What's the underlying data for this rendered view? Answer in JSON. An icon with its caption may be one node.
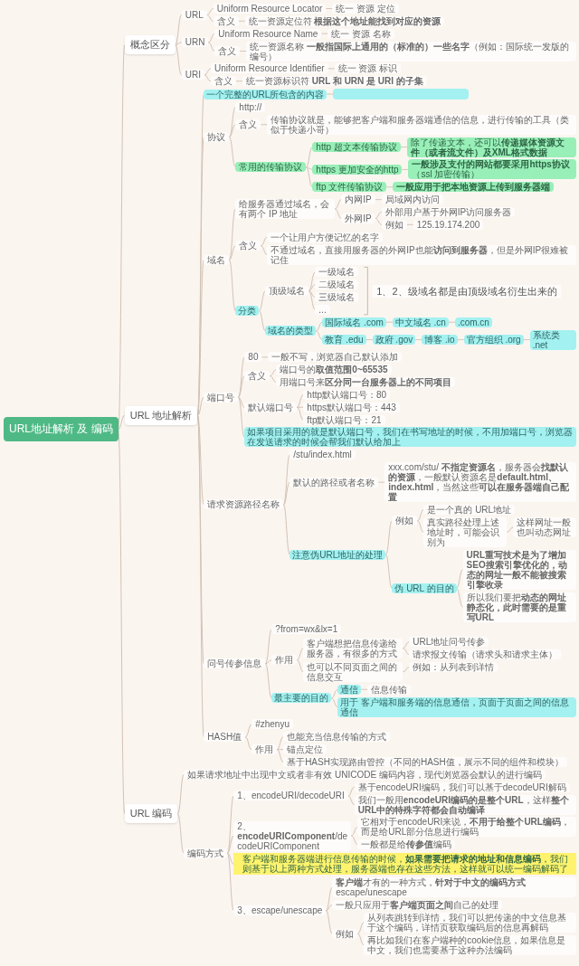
{
  "diagram": {
    "nodes": [
      {
        "text": [
          "URL地址解析 及 编码"
        ]
      },
      {
        "text": [
          "概念区分"
        ]
      },
      {
        "text": [
          "URL"
        ]
      },
      {
        "text": [
          "Uniform Resource Locator"
        ]
      },
      {
        "text": [
          "统一 资源 定位"
        ]
      },
      {
        "text": [
          "含义"
        ]
      },
      {
        "text": [
          "统一资源定位符 **根据这个地址能找到对应的资源**"
        ]
      },
      {
        "text": [
          "URN"
        ]
      },
      {
        "text": [
          "Uniform Resource Name"
        ]
      },
      {
        "text": [
          "统一 资源 名称"
        ]
      },
      {
        "text": [
          "含义"
        ]
      },
      {
        "text": [
          "统一资源名称 **一般指国际上通用的（标准的）一些名字**（例如：国际统一发版的编号）"
        ]
      },
      {
        "text": [
          "URI"
        ]
      },
      {
        "text": [
          "Uniform Resource Identifier"
        ]
      },
      {
        "text": [
          "统一 资源 标识"
        ]
      },
      {
        "text": [
          "含义"
        ]
      },
      {
        "text": [
          "统一资源标识符 **URL 和 URN 是 URI 的子集**"
        ]
      },
      {
        "text": [
          "URL 地址解析"
        ]
      },
      {
        "text": [
          "一个完整的URL所包含的内容"
        ]
      },
      {
        "text": [],
        "shape": "box"
      },
      {
        "text": [
          "协议"
        ]
      },
      {
        "text": [
          "http://"
        ]
      },
      {
        "text": [
          "含义"
        ]
      },
      {
        "text": [
          "传输协议就是，能够把客户端和服务器端通信的信息，进行传输的工具（类似于快递小哥）"
        ]
      },
      {
        "text": [
          "常用的传输协议"
        ]
      },
      {
        "text": [
          "http 超文本传输协议"
        ]
      },
      {
        "text": [
          "除了传递文本，还可以**传递媒体资源文件（或者流文件）及XML格式数据**"
        ]
      },
      {
        "text": [
          "https 更加安全的http"
        ]
      },
      {
        "text": [
          "**一般涉及支付的网站都要采用https协议**（ssl 加密传输）"
        ]
      },
      {
        "text": [
          "ftp 文件传输协议"
        ]
      },
      {
        "text": [
          "**一般应用于把本地资源上传到服务器端**"
        ]
      },
      {
        "text": [
          "域名"
        ]
      },
      {
        "text": [
          "给服务器通过域名，会有两个 IP 地址"
        ]
      },
      {
        "text": [
          "内网IP"
        ]
      },
      {
        "text": [
          "局域网内访问"
        ]
      },
      {
        "text": [
          "外网IP"
        ]
      },
      {
        "text": [
          "外部用户基于外网IP访问服务器"
        ]
      },
      {
        "text": [
          "例如"
        ]
      },
      {
        "text": [
          "125.19.174.200"
        ]
      },
      {
        "text": [
          "含义"
        ]
      },
      {
        "text": [
          "一个让用户方便记忆的名字"
        ]
      },
      {
        "text": [
          "不通过域名，直接用服务器的外网IP也能**访问到服务器**，但是外网IP很难被记住"
        ]
      },
      {
        "text": [
          "分类"
        ]
      },
      {
        "text": [
          "顶级域名"
        ]
      },
      {
        "text": [
          "一级域名"
        ]
      },
      {
        "text": [
          "二级域名"
        ]
      },
      {
        "text": [
          "三级域名"
        ]
      },
      {
        "text": [
          "..."
        ]
      },
      {
        "text": [
          "域名的类型"
        ]
      },
      {
        "text": [
          "国际域名 .com"
        ]
      },
      {
        "text": [
          "中文域名 .cn"
        ]
      },
      {
        "text": [
          ".com.cn"
        ]
      },
      {
        "text": [
          "教育 .edu"
        ]
      },
      {
        "text": [
          "政府 .gov"
        ]
      },
      {
        "text": [
          "博客 .io"
        ]
      },
      {
        "text": [
          "官方组织 .org"
        ]
      },
      {
        "text": [
          "系统类 .net"
        ]
      },
      {
        "text": [
          "端口号"
        ]
      },
      {
        "text": [
          "80"
        ]
      },
      {
        "text": [
          "一般不写，浏览器自己默认添加"
        ]
      },
      {
        "text": [
          "含义"
        ]
      },
      {
        "text": [
          "端口号的**取值范围0~65535**"
        ]
      },
      {
        "text": [
          "用端口号来**区分同一台服务器上的不同项目**"
        ]
      },
      {
        "text": [
          "默认端口号"
        ]
      },
      {
        "text": [
          "http默认端口号：80"
        ]
      },
      {
        "text": [
          "https默认端口号：443"
        ]
      },
      {
        "text": [
          "ftp默认端口号：21"
        ]
      },
      {
        "text": [
          "如果项目采用的就是默认端口号，我们在书写地址的时候，不用加端口号，浏览器在发送请求的时候会帮我们默认给加上"
        ]
      },
      {
        "text": [
          "请求资源路径名称"
        ]
      },
      {
        "text": [
          "/stu/index.html"
        ]
      },
      {
        "text": [
          "默认的路径或者名称"
        ]
      },
      {
        "text": [
          "xxx.com/stu/ **不指定资源名**，服务器会**找默认的资源**，一般默认资源名是**default.html、index.html**，当然这些**可以在服务器端自己配置**"
        ]
      },
      {
        "text": [
          "注意伪URL地址的处理"
        ]
      },
      {
        "text": [
          "例如"
        ]
      },
      {
        "text": [
          "是一个真的 URL地址"
        ]
      },
      {
        "text": [
          "真实路径处理上述地址时，可能会识别为"
        ]
      },
      {
        "text": [
          "这样网址一般也叫动态网址"
        ]
      },
      {
        "text": [
          "伪 URL 的目的"
        ]
      },
      {
        "text": [
          "**URL重写技术是为了增加SEO搜索引擎优化的，动态的网址一般不能被搜索引擎收录**"
        ]
      },
      {
        "text": [
          "所以我们要把**动态的网址静态化，此时需要的是重写URL**"
        ]
      },
      {
        "text": [
          "问号传参信息"
        ]
      },
      {
        "text": [
          "?from=wx&lx=1"
        ]
      },
      {
        "text": [
          "作用"
        ]
      },
      {
        "text": [
          "客户端想把信息传递给服务器，有很多的方式"
        ]
      },
      {
        "text": [
          "URL地址问号传参"
        ]
      },
      {
        "text": [
          "请求报文传输（请求头和请求主体）"
        ]
      },
      {
        "text": [
          "也可以不同页面之间的信息交互"
        ]
      },
      {
        "text": [
          "例如：从列表到详情"
        ]
      },
      {
        "text": [
          "最主要的目的"
        ]
      },
      {
        "text": [
          "通信"
        ]
      },
      {
        "text": [
          "信息传输"
        ]
      },
      {
        "text": [
          "用于 客户端和服务端的信息通信，页面于页面之间的信息通信"
        ]
      },
      {
        "text": [
          "HASH值"
        ]
      },
      {
        "text": [
          "#zhenyu"
        ]
      },
      {
        "text": [
          "作用"
        ]
      },
      {
        "text": [
          "也能充当信息传输的方式"
        ]
      },
      {
        "text": [
          "锚点定位"
        ]
      },
      {
        "text": [
          "基于HASH实现路由管控（不同的HASH值，展示不同的组件和模块）"
        ]
      },
      {
        "text": [
          "URL 编码"
        ]
      },
      {
        "text": [
          "如果请求地址中出现中文或者非有效 UNICODE 编码内容，现代浏览器会默认的进行编码"
        ]
      },
      {
        "text": [
          "编码方式"
        ]
      },
      {
        "text": [
          "1、encodeURI/decodeURI"
        ]
      },
      {
        "text": [
          "基于encodeURI编码，我们可以基于decodeURI解码"
        ]
      },
      {
        "text": [
          "我们一般用**encodeURI编码的是整个URL**，这样**整个URL中的特殊字符都会自动编译**"
        ]
      },
      {
        "text": [
          "2、**encodeURIComponent**/decodeURIComponent"
        ]
      },
      {
        "text": [
          "它相对于encodeURI来说，**不用于给整个URL编码**，而是给URL部分信息进行编码"
        ]
      },
      {
        "text": [
          "一般都是给**传参值**编码"
        ]
      },
      {
        "text": [
          "客户端和服务器端进行信息传输的时候，**如果需要把请求的地址和信息编码**，我们则基于以上两种方式处理，服务器端也存在这些方法，这样就可以统一编码解码了"
        ]
      },
      {
        "text": [
          "3、escape/unescape"
        ]
      },
      {
        "text": [
          "**客户端**才有的一种方式，**针对于中文的编码方式** escape/unescape"
        ]
      },
      {
        "text": [
          "一般只应用于**客户端页面之间**自己的处理"
        ]
      },
      {
        "text": [
          "例如"
        ]
      },
      {
        "text": [
          "从列表跳转到详情，我们可以把传递的中文信息基于这个编码，详情页获取编码后的信息再解码"
        ]
      },
      {
        "text": [
          "再比如我们在客户端种的cookie信息，如果信息是中文，我们也需要基于这种办法编码"
        ]
      }
    ],
    "edges": [
      {
        "from": 0,
        "to": 1,
        "arrow": "none"
      },
      {
        "from": 1,
        "to": 2,
        "arrow": "none"
      },
      {
        "from": 2,
        "to": 3,
        "arrow": "none"
      },
      {
        "from": 3,
        "to": 4,
        "arrow": "none"
      },
      {
        "from": 2,
        "to": 5,
        "arrow": "none"
      },
      {
        "from": 5,
        "to": 6,
        "arrow": "none"
      },
      {
        "from": 1,
        "to": 7,
        "arrow": "none"
      },
      {
        "from": 7,
        "to": 8,
        "arrow": "none"
      },
      {
        "from": 8,
        "to": 9,
        "arrow": "none"
      },
      {
        "from": 7,
        "to": 10,
        "arrow": "none"
      },
      {
        "from": 10,
        "to": 11,
        "arrow": "none"
      },
      {
        "from": 1,
        "to": 12,
        "arrow": "none"
      },
      {
        "from": 12,
        "to": 13,
        "arrow": "none"
      },
      {
        "from": 13,
        "to": 14,
        "arrow": "none"
      },
      {
        "from": 12,
        "to": 15,
        "arrow": "none"
      },
      {
        "from": 15,
        "to": 16,
        "arrow": "none"
      },
      {
        "from": 0,
        "to": 17,
        "arrow": "none"
      },
      {
        "from": 17,
        "to": 18,
        "arrow": "none"
      },
      {
        "from": 18,
        "to": 19,
        "arrow": "none"
      },
      {
        "from": 17,
        "to": 20,
        "arrow": "none"
      },
      {
        "from": 20,
        "to": 21,
        "arrow": "none"
      },
      {
        "from": 20,
        "to": 22,
        "arrow": "none"
      },
      {
        "from": 22,
        "to": 23,
        "arrow": "none"
      },
      {
        "from": 20,
        "to": 24,
        "arrow": "none"
      },
      {
        "from": 24,
        "to": 25,
        "arrow": "none"
      },
      {
        "from": 25,
        "to": 26,
        "arrow": "none"
      },
      {
        "from": 24,
        "to": 27,
        "arrow": "none"
      },
      {
        "from": 27,
        "to": 28,
        "arrow": "none"
      },
      {
        "from": 24,
        "to": 29,
        "arrow": "none"
      },
      {
        "from": 29,
        "to": 30,
        "arrow": "none"
      },
      {
        "from": 17,
        "to": 31,
        "arrow": "none"
      },
      {
        "from": 31,
        "to": 32,
        "arrow": "none"
      },
      {
        "from": 32,
        "to": 33,
        "arrow": "none"
      },
      {
        "from": 33,
        "to": 34,
        "arrow": "none"
      },
      {
        "from": 32,
        "to": 35,
        "arrow": "none"
      },
      {
        "from": 35,
        "to": 36,
        "arrow": "none"
      },
      {
        "from": 35,
        "to": 37,
        "arrow": "none"
      },
      {
        "from": 37,
        "to": 38,
        "arrow": "none"
      },
      {
        "from": 31,
        "to": 39,
        "arrow": "none"
      },
      {
        "from": 39,
        "to": 40,
        "arrow": "none"
      },
      {
        "from": 39,
        "to": 41,
        "arrow": "none"
      },
      {
        "from": 31,
        "to": 42,
        "arrow": "none"
      },
      {
        "from": 42,
        "to": 43,
        "arrow": "none"
      },
      {
        "from": 43,
        "to": 44,
        "arrow": "none"
      },
      {
        "from": 43,
        "to": 45,
        "arrow": "none"
      },
      {
        "from": 43,
        "to": 46,
        "arrow": "none"
      },
      {
        "from": 43,
        "to": 47,
        "arrow": "none"
      },
      {
        "from": 42,
        "to": 48,
        "arrow": "none"
      },
      {
        "from": 48,
        "to": 49,
        "arrow": "none"
      },
      {
        "from": 49,
        "to": 50,
        "arrow": "none"
      },
      {
        "from": 50,
        "to": 51,
        "arrow": "none"
      },
      {
        "from": 48,
        "to": 52,
        "arrow": "none"
      },
      {
        "from": 52,
        "to": 53,
        "arrow": "none"
      },
      {
        "from": 53,
        "to": 54,
        "arrow": "none"
      },
      {
        "from": 54,
        "to": 55,
        "arrow": "none"
      },
      {
        "from": 55,
        "to": 56,
        "arrow": "none"
      },
      {
        "from": 17,
        "to": 57,
        "arrow": "none"
      },
      {
        "from": 57,
        "to": 58,
        "arrow": "none"
      },
      {
        "from": 58,
        "to": 59,
        "arrow": "none"
      },
      {
        "from": 57,
        "to": 60,
        "arrow": "none"
      },
      {
        "from": 60,
        "to": 61,
        "arrow": "none"
      },
      {
        "from": 60,
        "to": 62,
        "arrow": "none"
      },
      {
        "from": 57,
        "to": 63,
        "arrow": "none"
      },
      {
        "from": 63,
        "to": 64,
        "arrow": "none"
      },
      {
        "from": 63,
        "to": 65,
        "arrow": "none"
      },
      {
        "from": 63,
        "to": 66,
        "arrow": "none"
      },
      {
        "from": 57,
        "to": 67,
        "arrow": "none"
      },
      {
        "from": 17,
        "to": 68,
        "arrow": "none"
      },
      {
        "from": 68,
        "to": 69,
        "arrow": "none"
      },
      {
        "from": 68,
        "to": 70,
        "arrow": "none"
      },
      {
        "from": 70,
        "to": 71,
        "arrow": "none"
      },
      {
        "from": 68,
        "to": 72,
        "arrow": "none"
      },
      {
        "from": 72,
        "to": 73,
        "arrow": "none"
      },
      {
        "from": 73,
        "to": 74,
        "arrow": "none"
      },
      {
        "from": 73,
        "to": 75,
        "arrow": "none"
      },
      {
        "from": 75,
        "to": 76,
        "arrow": "none"
      },
      {
        "from": 72,
        "to": 77,
        "arrow": "none"
      },
      {
        "from": 77,
        "to": 78,
        "arrow": "none"
      },
      {
        "from": 77,
        "to": 79,
        "arrow": "none"
      },
      {
        "from": 17,
        "to": 80,
        "arrow": "none"
      },
      {
        "from": 80,
        "to": 81,
        "arrow": "none"
      },
      {
        "from": 80,
        "to": 82,
        "arrow": "none"
      },
      {
        "from": 82,
        "to": 83,
        "arrow": "none"
      },
      {
        "from": 83,
        "to": 84,
        "arrow": "none"
      },
      {
        "from": 83,
        "to": 85,
        "arrow": "none"
      },
      {
        "from": 82,
        "to": 86,
        "arrow": "none"
      },
      {
        "from": 86,
        "to": 87,
        "arrow": "none"
      },
      {
        "from": 80,
        "to": 88,
        "arrow": "none"
      },
      {
        "from": 88,
        "to": 89,
        "arrow": "none"
      },
      {
        "from": 89,
        "to": 90,
        "arrow": "none"
      },
      {
        "from": 88,
        "to": 91,
        "arrow": "none"
      },
      {
        "from": 17,
        "to": 92,
        "arrow": "none"
      },
      {
        "from": 92,
        "to": 93,
        "arrow": "none"
      },
      {
        "from": 92,
        "to": 94,
        "arrow": "none"
      },
      {
        "from": 94,
        "to": 95,
        "arrow": "none"
      },
      {
        "from": 94,
        "to": 96,
        "arrow": "none"
      },
      {
        "from": 94,
        "to": 97,
        "arrow": "none"
      },
      {
        "from": 0,
        "to": 98,
        "arrow": "none"
      },
      {
        "from": 98,
        "to": 99,
        "arrow": "none"
      },
      {
        "from": 98,
        "to": 100,
        "arrow": "none"
      },
      {
        "from": 100,
        "to": 101,
        "arrow": "none"
      },
      {
        "from": 101,
        "to": 102,
        "arrow": "none"
      },
      {
        "from": 101,
        "to": 103,
        "arrow": "none"
      },
      {
        "from": 100,
        "to": 104,
        "arrow": "none"
      },
      {
        "from": 104,
        "to": 105,
        "arrow": "none"
      },
      {
        "from": 104,
        "to": 106,
        "arrow": "none"
      },
      {
        "from": 100,
        "to": 107,
        "arrow": "none"
      },
      {
        "from": 100,
        "to": 108,
        "arrow": "none"
      },
      {
        "from": 108,
        "to": 109,
        "arrow": "none"
      },
      {
        "from": 108,
        "to": 110,
        "arrow": "none"
      },
      {
        "from": 108,
        "to": 111,
        "arrow": "none"
      },
      {
        "from": 111,
        "to": 112,
        "arrow": "none"
      },
      {
        "from": 111,
        "to": 113,
        "arrow": "none"
      }
    ],
    "labels": [
      "1、2、级域名都是由顶级域名衍生出来的"
    ]
  }
}
